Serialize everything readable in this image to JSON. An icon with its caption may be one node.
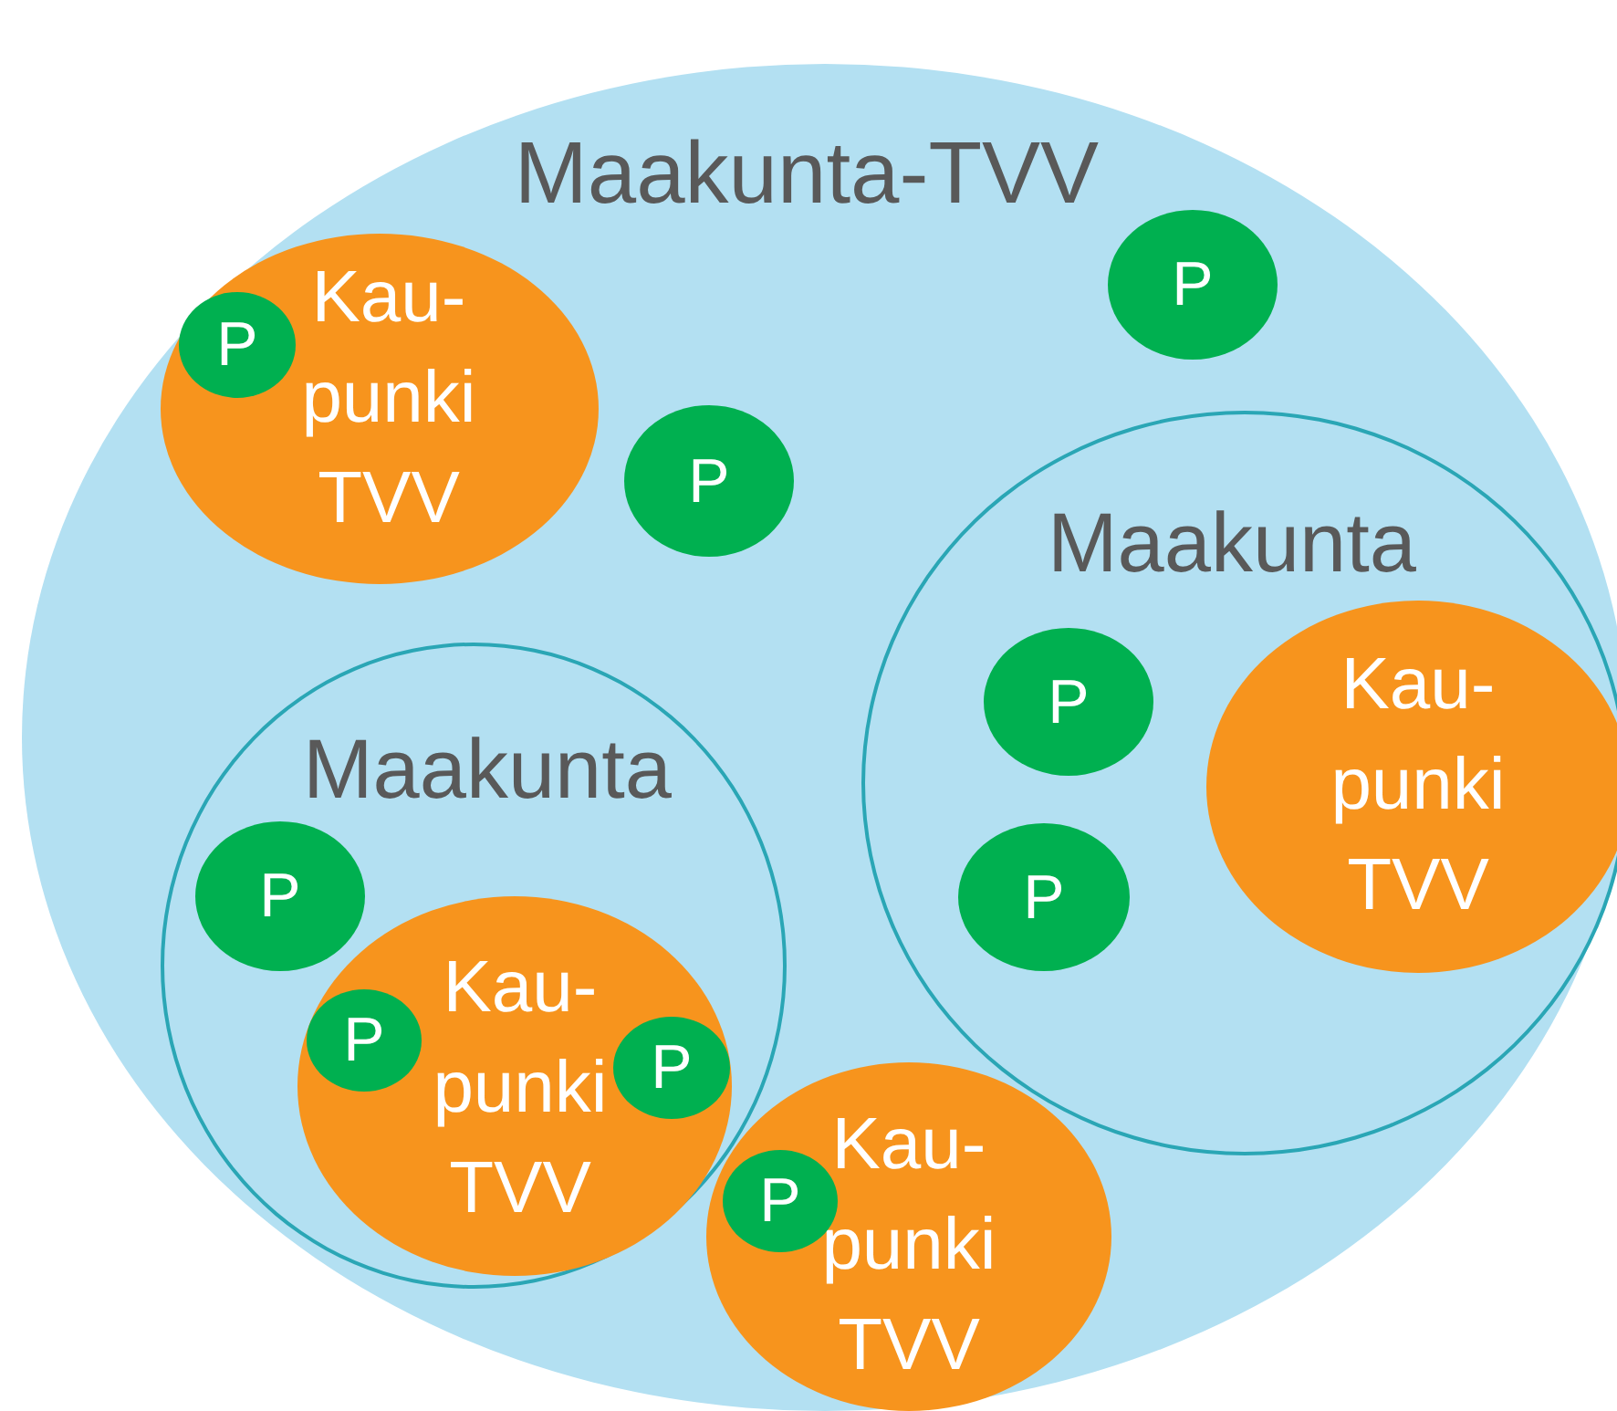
{
  "diagram": {
    "nodes": [
      {
        "text": [
          "Maakunta-TVV"
        ]
      },
      {
        "text": [
          "Kau- punki TVV"
        ],
        "in": 0
      },
      {
        "text": [
          "P"
        ],
        "in": 1
      },
      {
        "text": [
          "P"
        ],
        "in": 0
      },
      {
        "text": [
          "P"
        ],
        "in": 0
      },
      {
        "text": [
          "Maakunta"
        ],
        "in": 0
      },
      {
        "text": [
          "P"
        ],
        "in": 5
      },
      {
        "text": [
          "Kau- punki TVV"
        ],
        "in": 5
      },
      {
        "text": [
          "P"
        ],
        "in": 5
      },
      {
        "text": [
          "Maakunta"
        ],
        "in": 0
      },
      {
        "text": [
          "P"
        ],
        "in": 9
      },
      {
        "text": [
          "Kau- punki TVV"
        ],
        "in": 9
      },
      {
        "text": [
          "P"
        ],
        "in": 11
      },
      {
        "text": [
          "P"
        ],
        "in": 11
      },
      {
        "text": [
          "Kau- punki TVV"
        ],
        "in": 0
      },
      {
        "text": [
          "P"
        ],
        "in": 14
      }
    ]
  }
}
